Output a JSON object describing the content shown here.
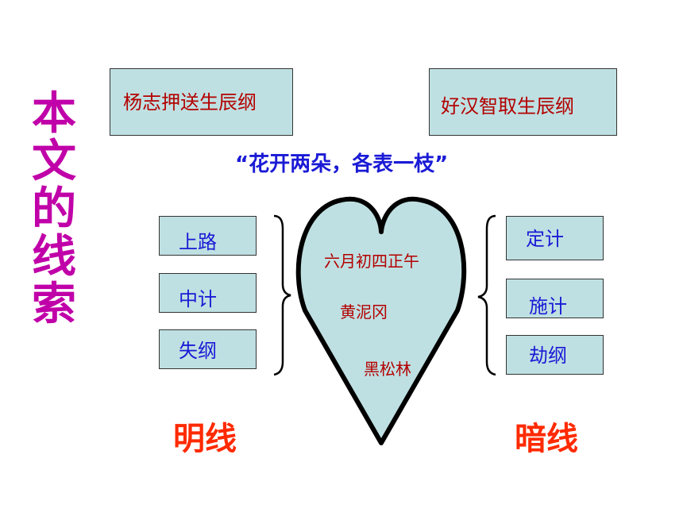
{
  "title_vertical": [
    "本",
    "文",
    "的",
    "线",
    "索"
  ],
  "top_left_box": "杨志押送生辰纲",
  "top_right_box": "好汉智取生辰纲",
  "quote": "“花开两朵，各表一枝”",
  "left_items": [
    "上路",
    "中计",
    "失纲"
  ],
  "right_items": [
    "定计",
    "施计",
    "劫纲"
  ],
  "heart_items": [
    "六月初四正午",
    "黄泥冈",
    "黑松林"
  ],
  "left_line_label": "明线",
  "right_line_label": "暗线",
  "colors": {
    "box_fill": "#bfe0e2",
    "title": "#c000a8",
    "blue_text": "#1a1ad6",
    "red_text": "#b30000",
    "line_label": "#ff2a00"
  }
}
